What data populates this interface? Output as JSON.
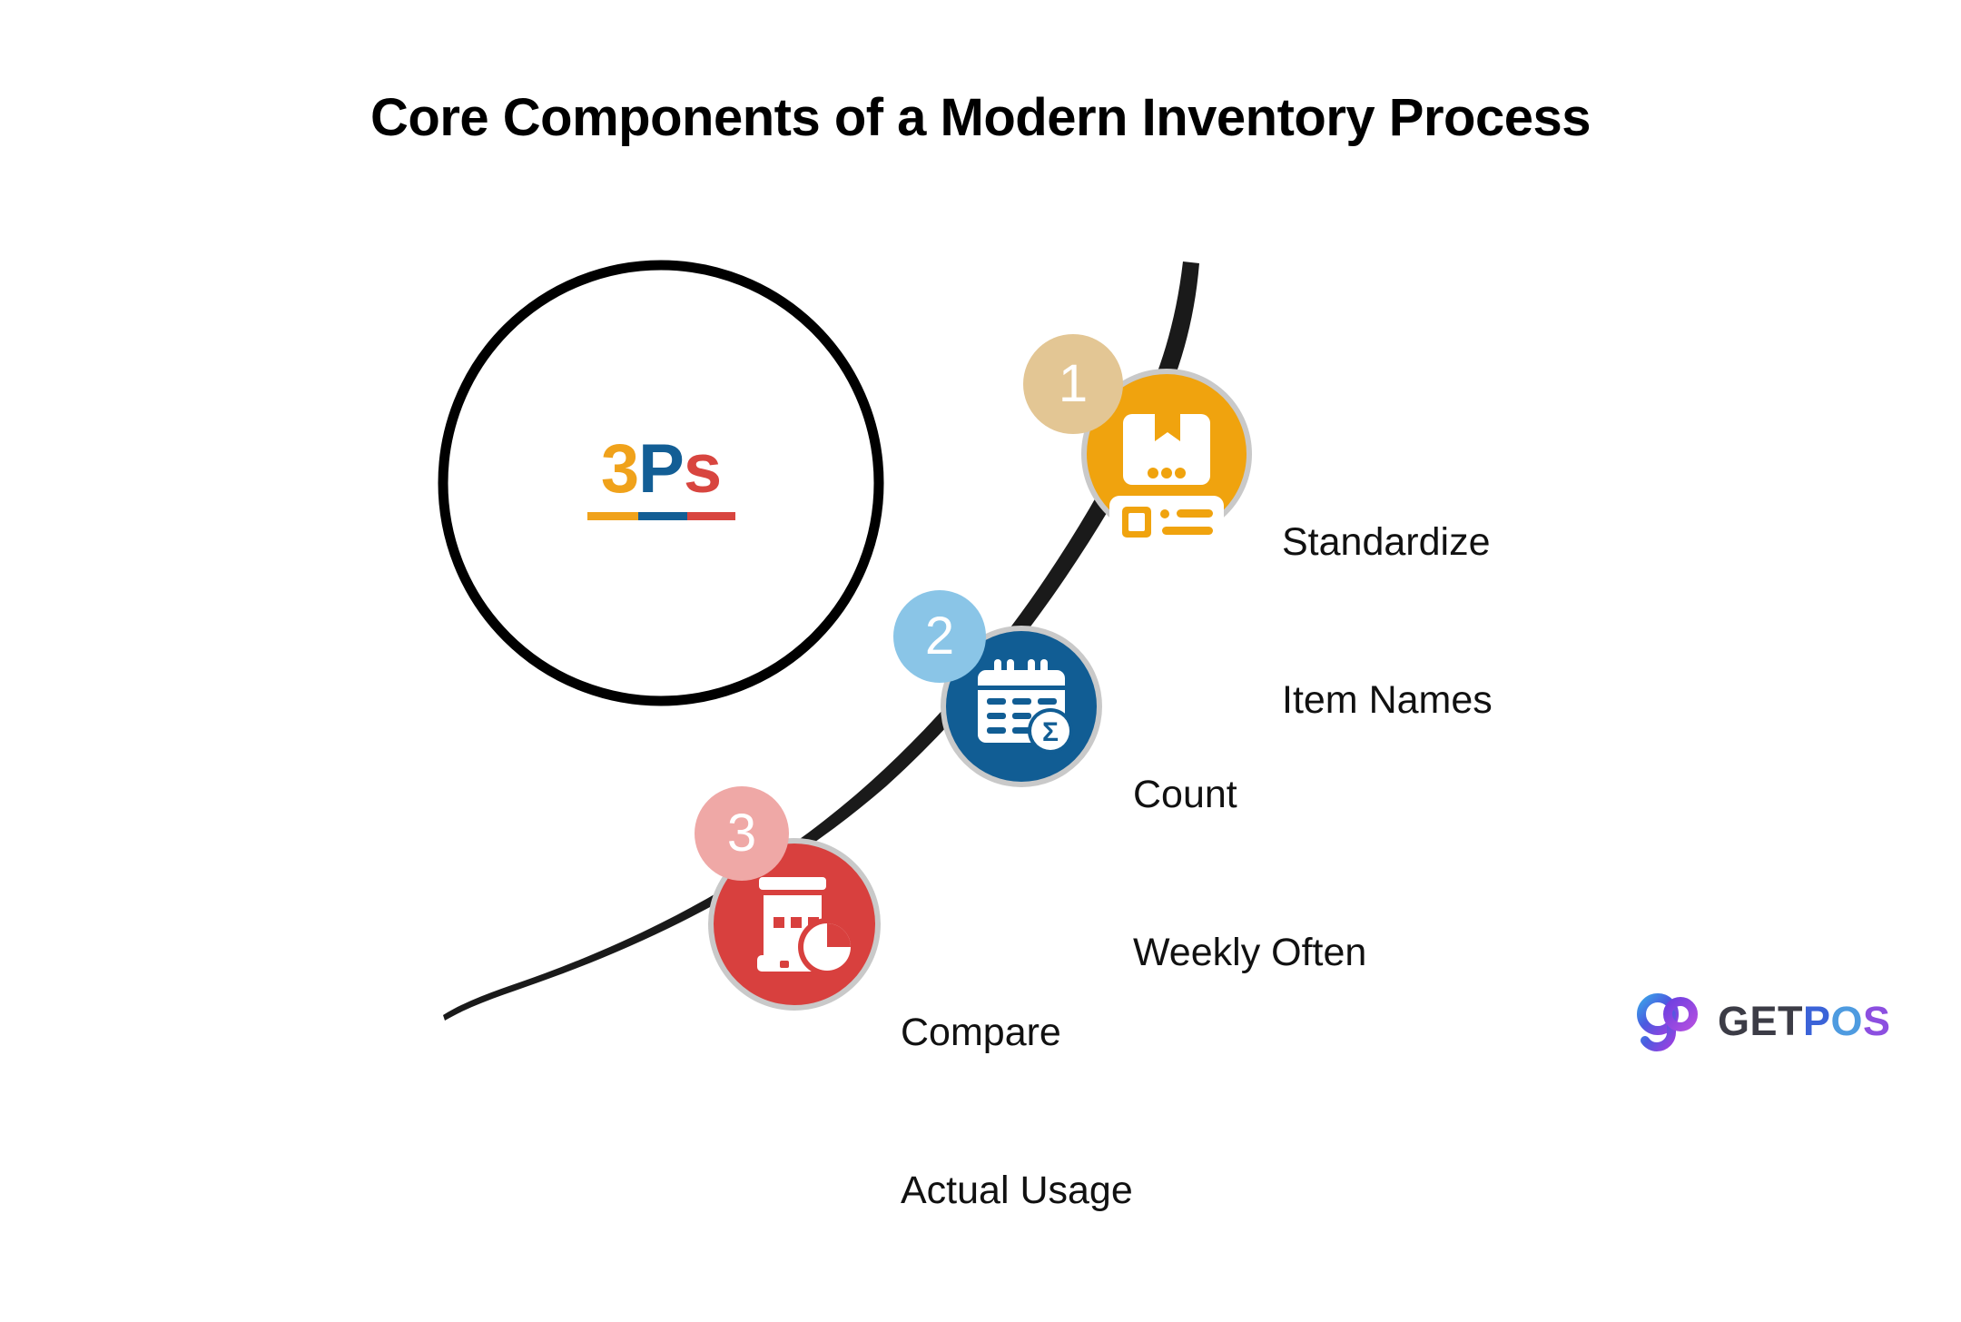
{
  "page": {
    "title": "Core Components of a Modern Inventory Process",
    "background_color": "#ffffff"
  },
  "center_circle": {
    "logo": {
      "char_3": "3",
      "char_P": "P",
      "char_s": "s",
      "color_3": "#F0A21B",
      "color_P": "#135E95",
      "color_s": "#D8453F"
    },
    "outline_color": "#000000"
  },
  "steps": [
    {
      "number": "1",
      "label_line1": "Standardize",
      "label_line2": "Item Names",
      "badge_color": "#F0A30E",
      "number_bubble_color": "#E3C694",
      "ring_color": "#C9C9C9",
      "icon": "package-label-icon"
    },
    {
      "number": "2",
      "label_line1": "Count",
      "label_line2": "Weekly Often",
      "badge_color": "#115D94",
      "number_bubble_color": "#8AC5E7",
      "ring_color": "#C9C9C9",
      "icon": "calendar-sum-icon"
    },
    {
      "number": "3",
      "label_line1": "Compare",
      "label_line2": "Actual Usage",
      "badge_color": "#D8403E",
      "number_bubble_color": "#EFA8A6",
      "ring_color": "#C9C9C9",
      "icon": "report-piechart-icon"
    }
  ],
  "brand": {
    "mark": "gp-monogram-icon",
    "word_get": "GET",
    "word_p": "P",
    "word_o": "O",
    "word_s": "S",
    "color_get": "#3C3C46",
    "color_p": "#3B63D8",
    "color_o": "#4E9BE0",
    "color_s": "#8C4FE0"
  },
  "curve": {
    "color": "#1A1A1A",
    "description": "s-curve-connector"
  }
}
